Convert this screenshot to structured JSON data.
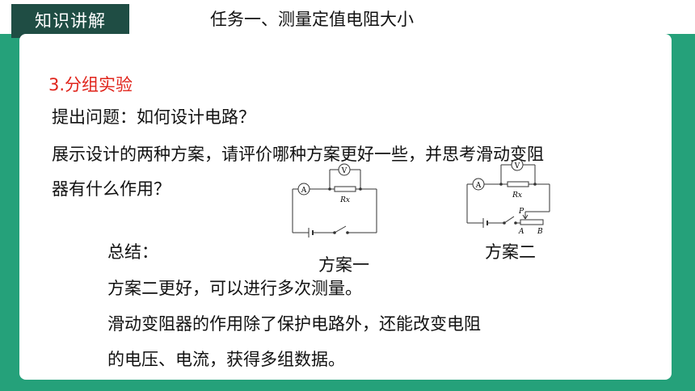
{
  "header": {
    "tag": "知识讲解",
    "title": "任务一、测量定值电阻大小"
  },
  "content": {
    "section_title": "3.分组实验",
    "question": "提出问题：如何设计电路？",
    "prompt_line1": "展示设计的两种方案，请评价哪种方案更好一些，并思考滑动变阻",
    "prompt_line2": "器有什么作用？",
    "summary_label": "总结：",
    "summary_line1": "方案二更好，可以进行多次测量。",
    "summary_line2": "滑动变阻器的作用除了保护电路外，还能改变电阻",
    "summary_line3": "的电压、电流，获得多组数据。"
  },
  "diagrams": {
    "scheme1_caption": "方案一",
    "scheme2_caption": "方案二",
    "ammeter": "A",
    "voltmeter": "V",
    "resistor": "Rx",
    "slider_p": "P",
    "terminal_a": "A",
    "terminal_b": "B"
  },
  "colors": {
    "frame": "#25a17a",
    "tag_bg": "#1f4d44",
    "section": "#e0241b"
  }
}
